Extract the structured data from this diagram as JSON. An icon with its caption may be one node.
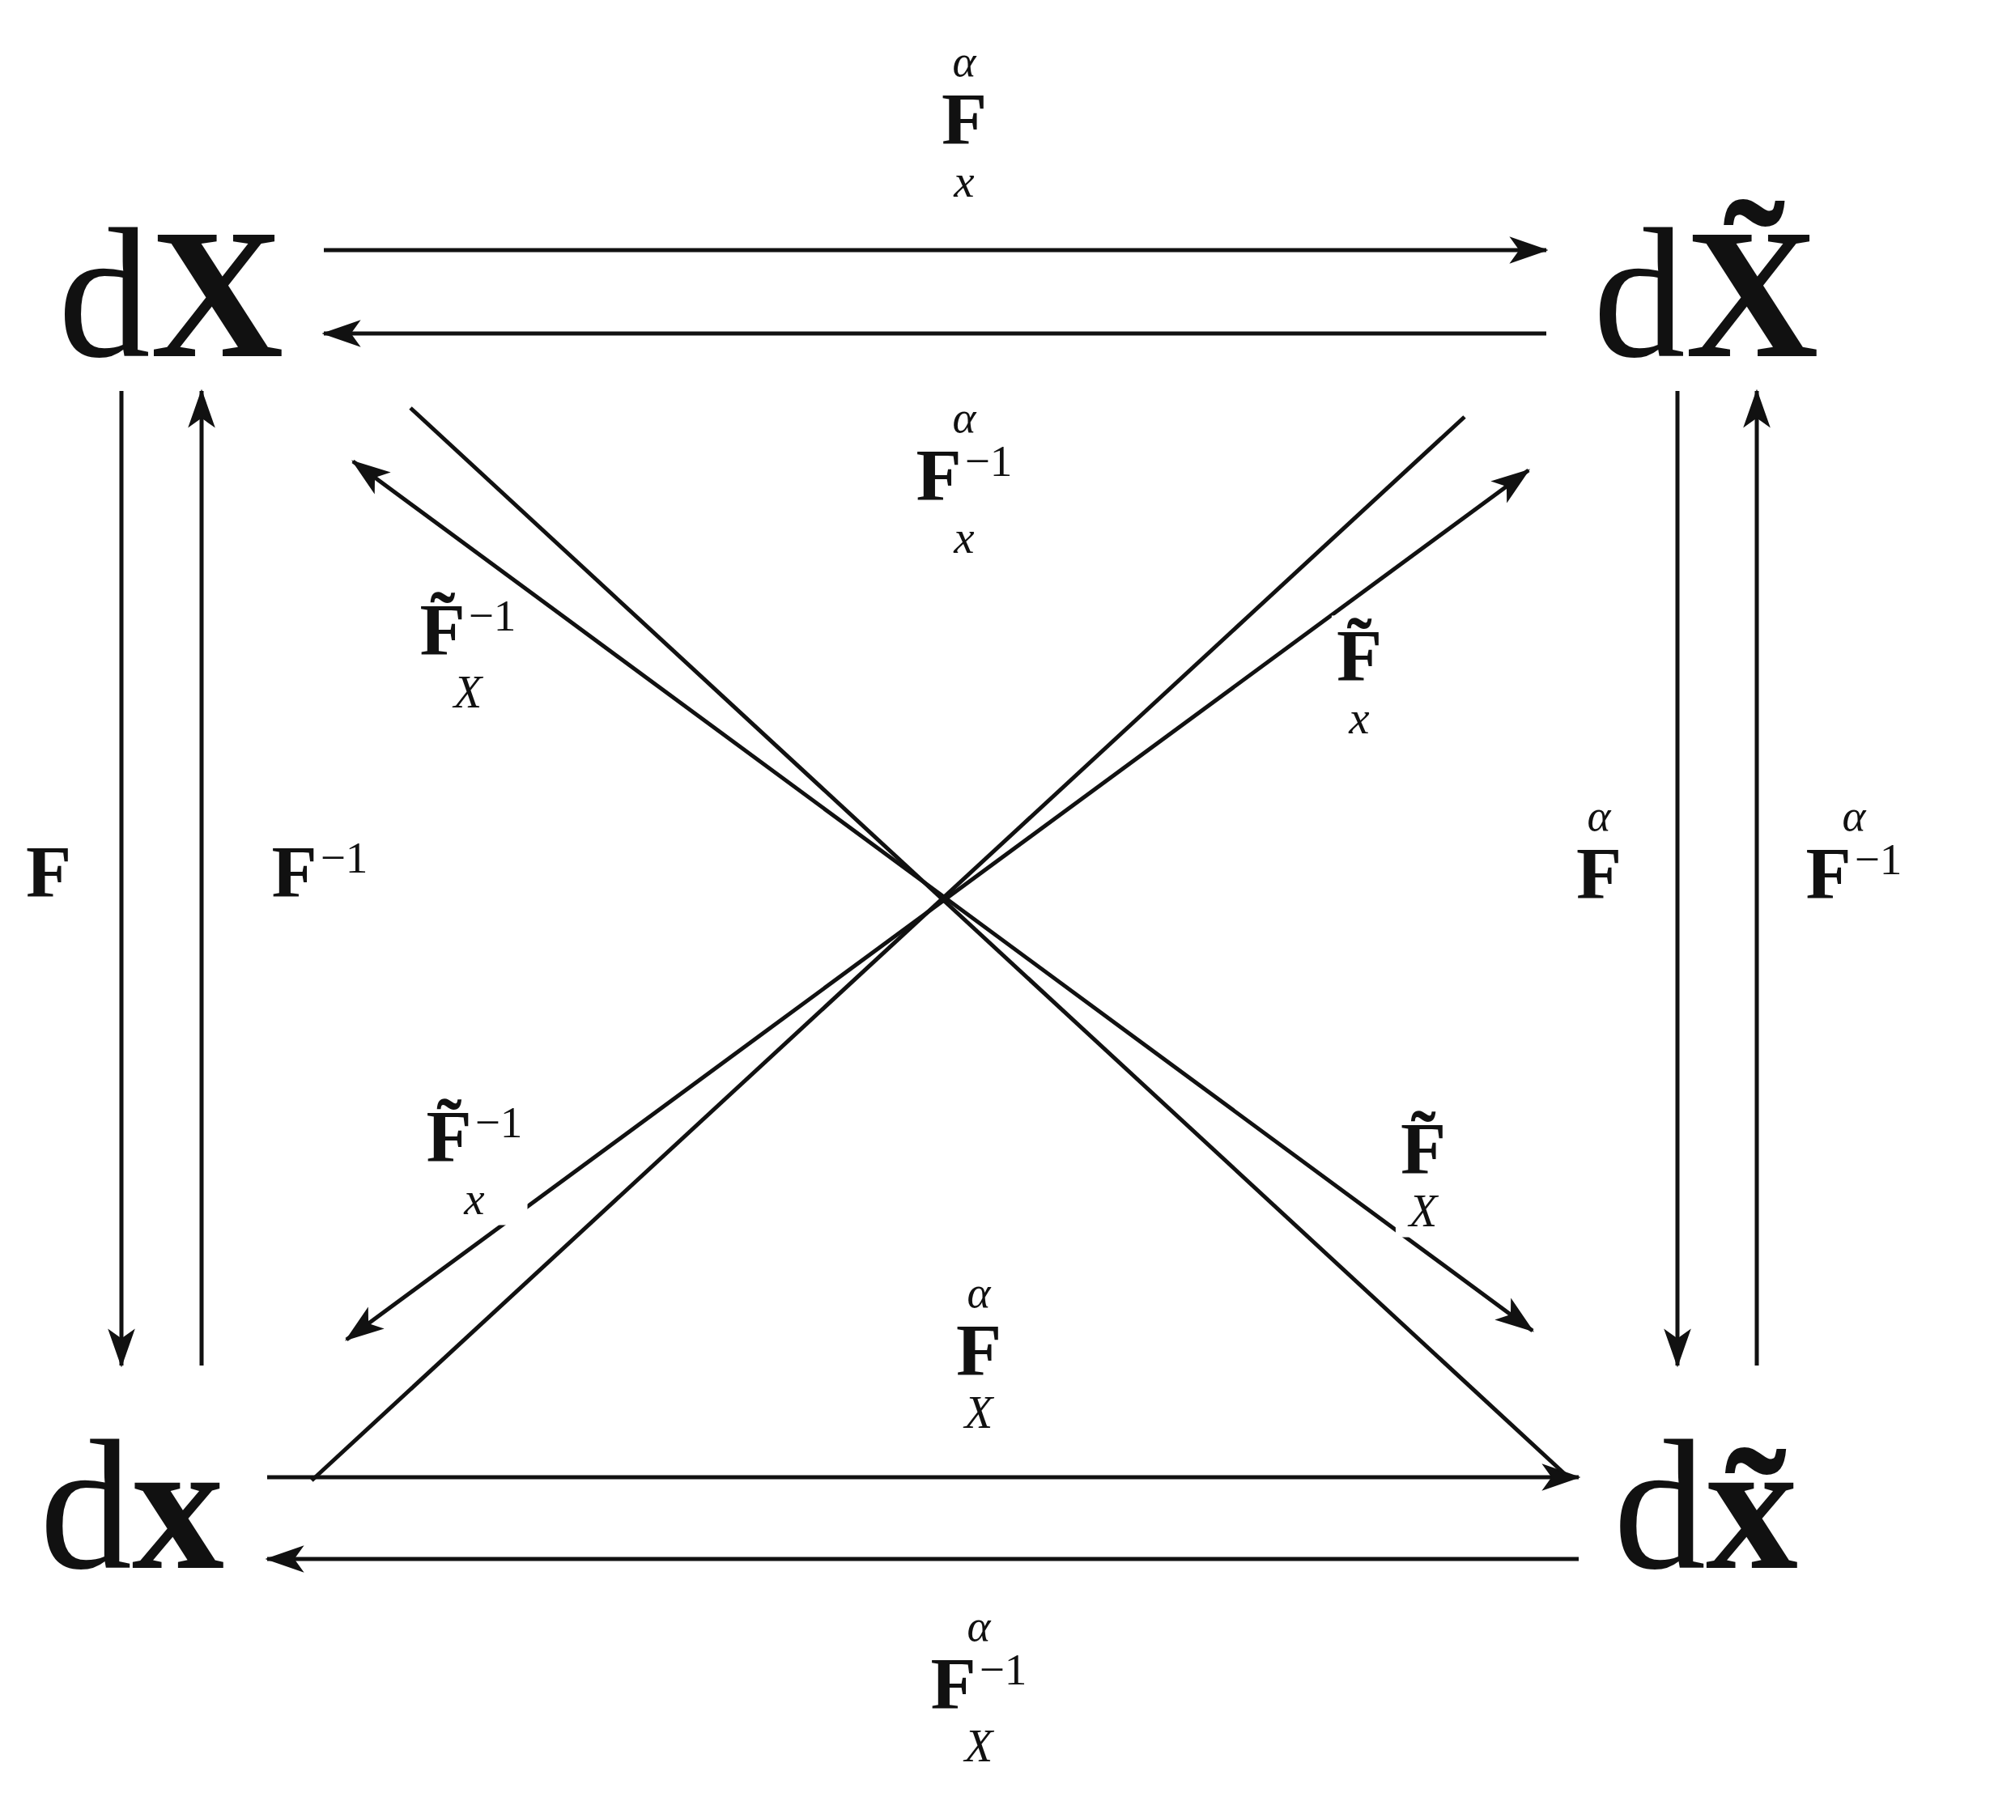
{
  "diagram": {
    "nodes": [
      {
        "text": [
          "d**X**"
        ]
      },
      {
        "text": [
          "d**X̃**"
        ]
      },
      {
        "text": [
          "d**x**"
        ]
      },
      {
        "text": [
          "d**x̃**"
        ]
      }
    ],
    "edges": [
      {
        "from": 0,
        "to": 1,
        "arrow": "to",
        "label": "$^{α}$F$_{x}$"
      },
      {
        "from": 1,
        "to": 0,
        "arrow": "to",
        "label": "$^{α}$F$^{−1}$$_{x}$"
      },
      {
        "from": 0,
        "to": 2,
        "arrow": "to",
        "label": "F"
      },
      {
        "from": 2,
        "to": 0,
        "arrow": "to",
        "label": "F$^{−1}$"
      },
      {
        "from": 1,
        "to": 3,
        "arrow": "to",
        "label": "$^{α}$F"
      },
      {
        "from": 3,
        "to": 1,
        "arrow": "to",
        "label": "$^{α}$F$^{−1}$"
      },
      {
        "from": 2,
        "to": 3,
        "arrow": "to",
        "label": "$^{α}$F$_{X}$"
      },
      {
        "from": 3,
        "to": 2,
        "arrow": "to",
        "label": "$^{α}$F$^{−1}$$_{X}$"
      },
      {
        "from": 0,
        "to": 3,
        "arrow": "none"
      },
      {
        "from": 0,
        "to": 3,
        "arrow": "both",
        "label": "F̃$^{−1}$$_{X}$"
      },
      {
        "from": 2,
        "to": 1,
        "arrow": "none"
      },
      {
        "from": 1,
        "to": 2,
        "arrow": "both",
        "label": "F̃$^{−1}$$_{x}$"
      }
    ],
    "labels": [
      "F̃$_{x}$",
      "F̃$_{X}$"
    ]
  }
}
